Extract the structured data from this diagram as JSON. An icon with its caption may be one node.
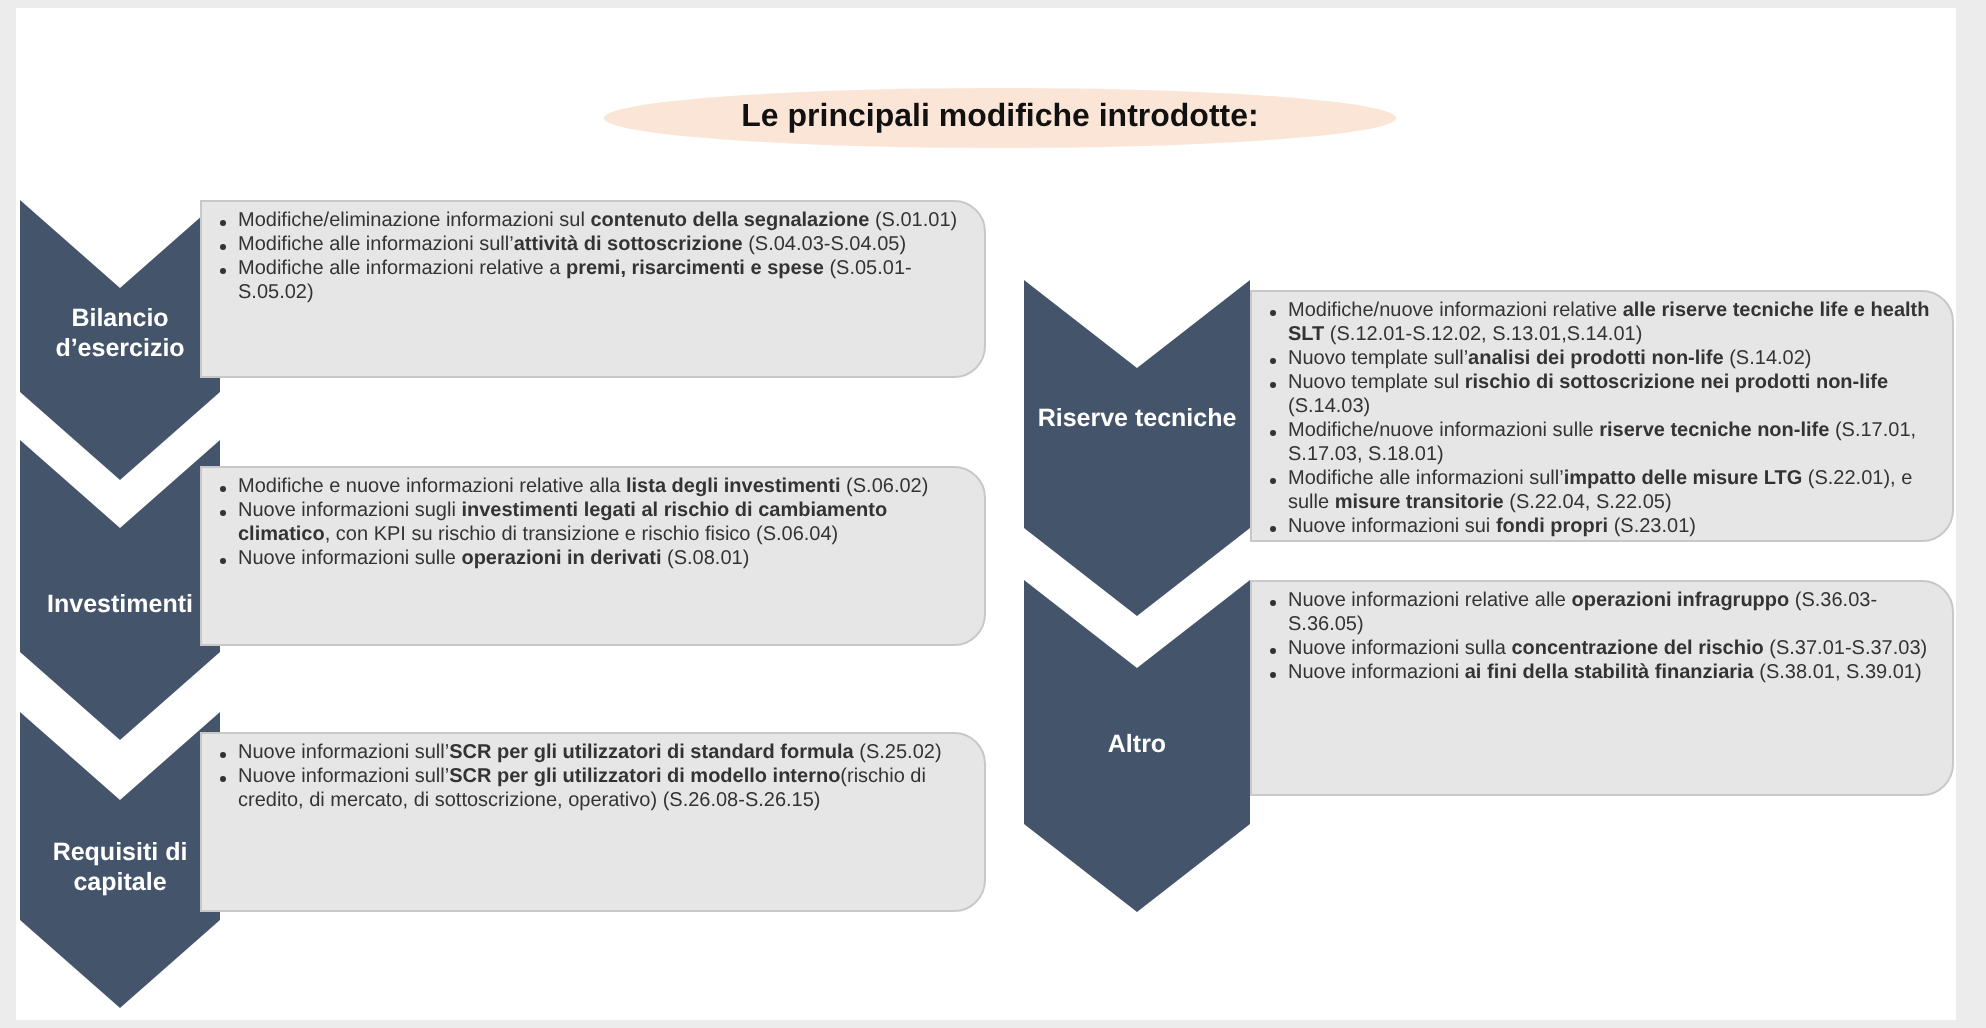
{
  "diagram": {
    "title": "Le principali modifiche introdotte:",
    "nodes": [
      {
        "text": [
          "Bilancio d’esercizio"
        ]
      },
      {
        "text": [
          "Modifiche/eliminazione informazioni sul **contenuto della segnalazione** (S.01.01)",
          "Modifiche alle informazioni sull’**attività di sottoscrizione** (S.04.03-S.04.05)",
          "Modifiche alle informazioni relative a **premi, risarcimenti e spese** (S.05.01-S.05.02)"
        ]
      },
      {
        "text": [
          "Investimenti"
        ]
      },
      {
        "text": [
          "Modifiche e nuove informazioni relative alla **lista degli investimenti** (S.06.02)",
          "Nuove informazioni sugli **investimenti legati al rischio di cambiamento climatico**, con KPI su rischio di transizione e rischio fisico (S.06.04)",
          "Nuove informazioni sulle **operazioni in derivati** (S.08.01)"
        ]
      },
      {
        "text": [
          "Requisiti di capitale"
        ]
      },
      {
        "text": [
          "Nuove informazioni sull’**SCR per gli utilizzatori di standard formula** (S.25.02)",
          "Nuove informazioni sull’**SCR per gli utilizzatori di modello interno**(rischio di credito, di mercato, di sottoscrizione, operativo) (S.26.08-S.26.15)"
        ]
      },
      {
        "text": [
          "Riserve tecniche"
        ]
      },
      {
        "text": [
          "Modifiche/nuove informazioni relative **alle riserve tecniche life e health SLT** (S.12.01-S.12.02, S.13.01,S.14.01)",
          "Nuovo template sull’**analisi dei prodotti non-life** (S.14.02)",
          "Nuovo template sul **rischio di sottoscrizione nei prodotti non-life** (S.14.03)",
          "Modifiche/nuove informazioni sulle **riserve tecniche non-life** (S.17.01, S.17.03, S.18.01)",
          "Modifiche alle informazioni sull’**impatto delle misure LTG** (S.22.01), e sulle **misure transitorie** (S.22.04, S.22.05)",
          "Nuove informazioni sui **fondi propri** (S.23.01)"
        ]
      },
      {
        "text": [
          "Altro"
        ]
      },
      {
        "text": [
          "Nuove informazioni relative alle **operazioni infragruppo** (S.36.03-S.36.05)",
          "Nuove informazioni sulla **concentrazione del rischio** (S.37.01-S.37.03)",
          "Nuove informazioni **ai fini della stabilità finanziaria** (S.38.01, S.39.01)"
        ]
      }
    ]
  }
}
